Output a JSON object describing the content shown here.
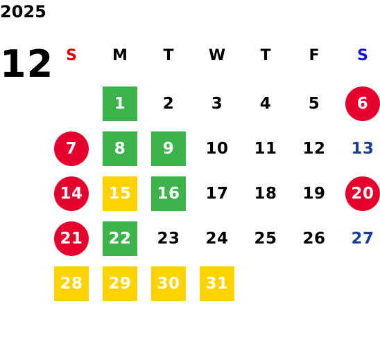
{
  "calendar": {
    "year": "2025",
    "month": "12",
    "weekdays": [
      {
        "label": "S",
        "color": "#e00000"
      },
      {
        "label": "M",
        "color": "#000000"
      },
      {
        "label": "T",
        "color": "#000000"
      },
      {
        "label": "W",
        "color": "#000000"
      },
      {
        "label": "T",
        "color": "#000000"
      },
      {
        "label": "F",
        "color": "#000000"
      },
      {
        "label": "S",
        "color": "#1010e0"
      }
    ],
    "colors": {
      "holiday_red": "#e5002d",
      "green": "#3cb44b",
      "yellow": "#ffd300",
      "saturday_blue": "#1a3d9a",
      "text_black": "#000000",
      "text_white": "#ffffff"
    },
    "days": [
      {
        "day": "1",
        "style": "green"
      },
      {
        "day": "2",
        "style": "plain"
      },
      {
        "day": "3",
        "style": "plain"
      },
      {
        "day": "4",
        "style": "plain"
      },
      {
        "day": "5",
        "style": "plain"
      },
      {
        "day": "6",
        "style": "red-circle"
      },
      {
        "day": "7",
        "style": "red-circle"
      },
      {
        "day": "8",
        "style": "green"
      },
      {
        "day": "9",
        "style": "green"
      },
      {
        "day": "10",
        "style": "plain"
      },
      {
        "day": "11",
        "style": "plain"
      },
      {
        "day": "12",
        "style": "plain"
      },
      {
        "day": "13",
        "style": "blue-text"
      },
      {
        "day": "14",
        "style": "red-circle"
      },
      {
        "day": "15",
        "style": "yellow"
      },
      {
        "day": "16",
        "style": "green"
      },
      {
        "day": "17",
        "style": "plain"
      },
      {
        "day": "18",
        "style": "plain"
      },
      {
        "day": "19",
        "style": "plain"
      },
      {
        "day": "20",
        "style": "red-circle"
      },
      {
        "day": "21",
        "style": "red-circle"
      },
      {
        "day": "22",
        "style": "green"
      },
      {
        "day": "23",
        "style": "plain"
      },
      {
        "day": "24",
        "style": "plain"
      },
      {
        "day": "25",
        "style": "plain"
      },
      {
        "day": "26",
        "style": "plain"
      },
      {
        "day": "27",
        "style": "blue-text"
      },
      {
        "day": "28",
        "style": "yellow"
      },
      {
        "day": "29",
        "style": "yellow"
      },
      {
        "day": "30",
        "style": "yellow"
      },
      {
        "day": "31",
        "style": "yellow"
      }
    ]
  }
}
